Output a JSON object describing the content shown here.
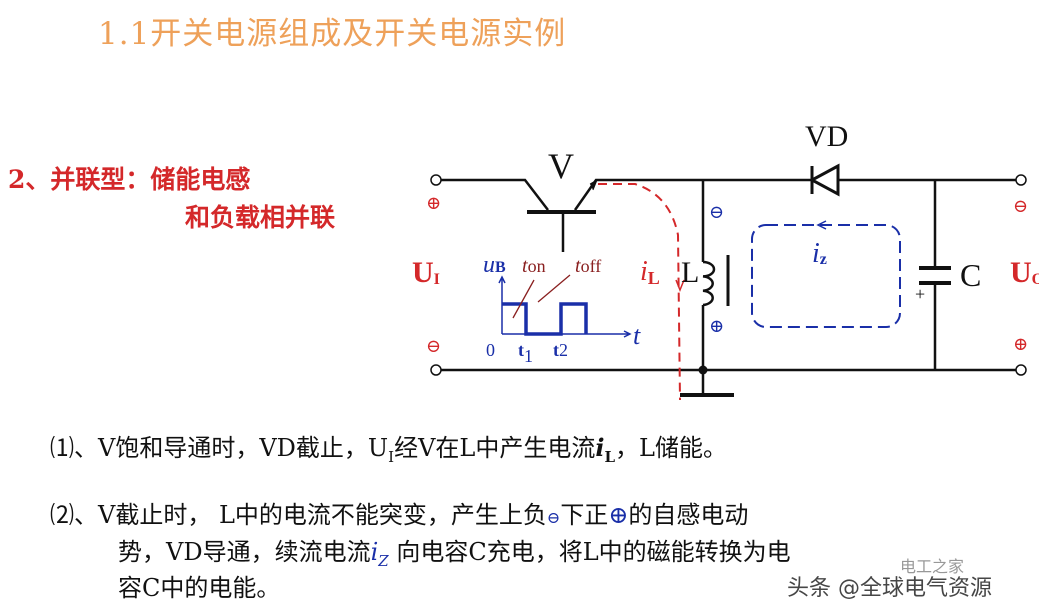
{
  "title": "1.1开关电源组成及开关电源实例",
  "section": {
    "line1": "2、并联型：储能电感",
    "line2": "和负载相并联"
  },
  "circuit": {
    "transistor_label": "V",
    "diode_label": "VD",
    "inductor_label": "L",
    "capacitor_label": "C",
    "capacitor_plus": "+",
    "input_label": "U",
    "input_sub": "I",
    "output_label": "U",
    "output_sub": "O",
    "current_L": "i",
    "current_L_sub": "L",
    "current_z": "i",
    "current_z_sub": "z",
    "waveform": {
      "ylabel": "u",
      "ylabel_sub": "B",
      "t_on": "t",
      "t_on_sub": "on",
      "t_off": "t",
      "t_off_sub": "off",
      "origin": "0",
      "t1": "t",
      "t1_sub": "1",
      "t2": "t",
      "t2_sub": "2",
      "xlabel": "t"
    },
    "colors": {
      "wire": "#111111",
      "red": "#d4282a",
      "blue": "#1a2fa8"
    }
  },
  "text": {
    "p1_a": "⑴、V饱和导通时，VD截止，U",
    "p1_sub": "I",
    "p1_b": "经V在L中产生电流",
    "p1_i": "i",
    "p1_isub": "L",
    "p1_c": "，L储能。",
    "p2_a": "⑵、V截止时， L中的电流不能突变，产生上负",
    "p2_minus": "⊖",
    "p2_b": "下正",
    "p2_plus": "⊕",
    "p2_c": "的自感电动",
    "p3_a": "势，VD导通，续流电流",
    "p3_i": "i",
    "p3_isub": "Z",
    "p3_b": " 向电容C充电，将L中的磁能转换为电",
    "p4": "容C中的电能。"
  },
  "watermark": {
    "brand": "电工之家",
    "source": "头条 @全球电气资源"
  }
}
